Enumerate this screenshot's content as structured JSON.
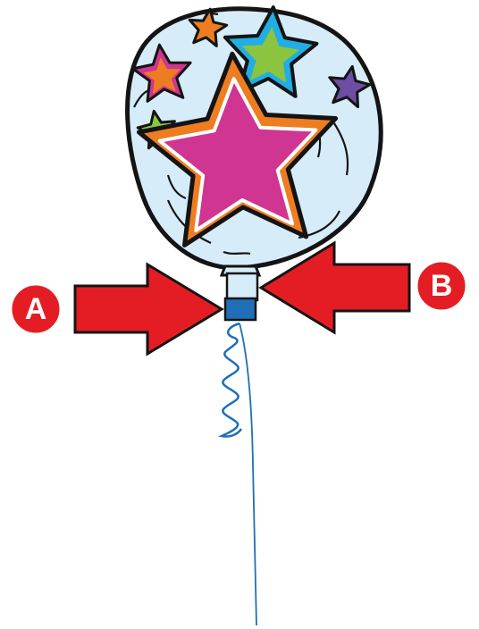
{
  "figure": {
    "labels": {
      "left_arrow": "A",
      "right_arrow": "B"
    },
    "colors": {
      "balloon_fill": "#d6ecf8",
      "outline": "#141414",
      "arrow_fill": "#e41d24",
      "badge_fill": "#e41d24",
      "badge_text": "#ffffff",
      "big_star_outer": "#ee7d21",
      "big_star_inner": "#cf3591",
      "big_star_divider": "#ffffff",
      "star_orange": "#ee7d21",
      "star_magenta_border": "#cf3591",
      "star_cyan": "#22aee3",
      "star_green": "#8bc53f",
      "star_purple": "#6d4ea2",
      "neck_fill": "#d6ecf8",
      "clip_fill": "#1f6fb8",
      "string": "#1f6fb8"
    },
    "icons": {
      "left_arrow": "right-pointing-arrow",
      "right_arrow": "left-pointing-arrow",
      "balloon": "star-balloon"
    }
  }
}
